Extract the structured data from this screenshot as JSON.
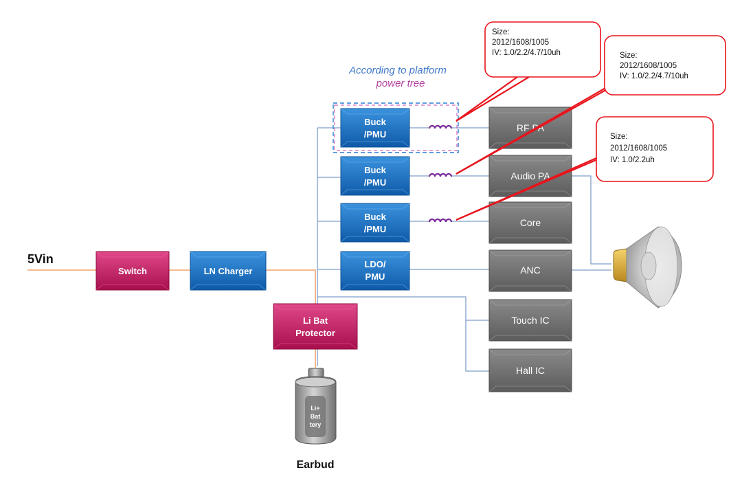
{
  "input_label": "5Vin",
  "footer_label": "Earbud",
  "platform_note": [
    "According to platform",
    "power tree"
  ],
  "blocks": {
    "switch": "Switch",
    "charger": "LN Charger",
    "protector": [
      "Li Bat",
      "Protector"
    ],
    "battery": [
      "Li+",
      "Bat",
      "tery"
    ],
    "buck1": [
      "Buck",
      "/PMU"
    ],
    "buck2": [
      "Buck",
      "/PMU"
    ],
    "buck3": [
      "Buck",
      "/PMU"
    ],
    "ldo": [
      "LDO/",
      "PMU"
    ]
  },
  "loads": {
    "rf_pa": "RF PA",
    "audio_pa": "Audio PA",
    "core": "Core",
    "anc": "ANC",
    "touch_ic": "Touch IC",
    "hall_ic": "Hall IC"
  },
  "callouts": [
    {
      "lines": [
        "Size:",
        "2012/1608/1005",
        "IV: 1.0/2.2/4.7/10uh"
      ]
    },
    {
      "lines": [
        "Size:",
        "2012/1608/1005",
        "IV: 1.0/2.2/4.7/10uh"
      ]
    },
    {
      "lines": [
        "Size:",
        "2012/1608/1005",
        "IV: 1.0/2.2uh"
      ]
    }
  ],
  "colors": {
    "magenta": "#c8185f",
    "blue": "#1f6fc0",
    "gray": "#6f6f6f",
    "line_orange": "#f2a46a",
    "line_blue": "#7d9dc9",
    "callout_red": "#e8141c",
    "inductor": "#7a2a9a"
  }
}
